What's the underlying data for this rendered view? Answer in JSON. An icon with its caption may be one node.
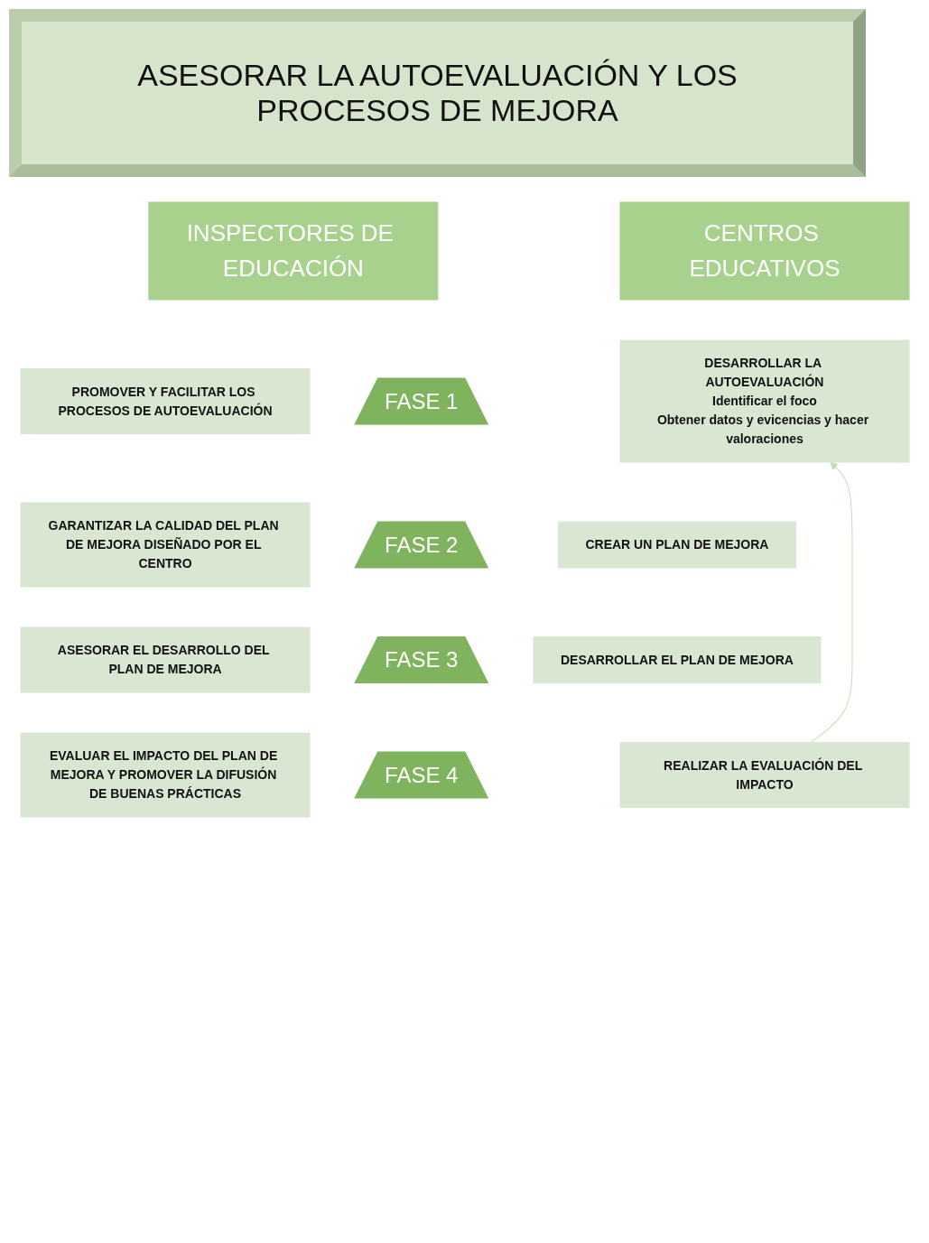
{
  "diagram": {
    "title": "ASESORAR LA AUTOEVALUACIÓN Y LOS PROCESOS DE MEJORA",
    "nodes": [
      {
        "text": [
          "INSPECTORES DE EDUCACIÓN"
        ]
      },
      {
        "text": [
          "CENTROS EDUCATIVOS"
        ]
      },
      {
        "text": [
          "PROMOVER Y FACILITAR LOS PROCESOS DE AUTOEVALUACIÓN"
        ]
      },
      {
        "text": [
          "FASE 1"
        ]
      },
      {
        "text": [
          "DESARROLLAR LA AUTOEVALUACIÓN",
          "Identificar el foco",
          "Obtener datos y evicencias y hacer valoraciones"
        ]
      },
      {
        "text": [
          "GARANTIZAR LA CALIDAD DEL PLAN DE MEJORA DISEÑADO POR EL CENTRO"
        ]
      },
      {
        "text": [
          "FASE 2"
        ]
      },
      {
        "text": [
          "CREAR UN PLAN DE MEJORA"
        ]
      },
      {
        "text": [
          "ASESORAR EL DESARROLLO DEL PLAN DE MEJORA"
        ]
      },
      {
        "text": [
          "FASE 3"
        ]
      },
      {
        "text": [
          "DESARROLLAR EL PLAN DE MEJORA"
        ]
      },
      {
        "text": [
          "EVALUAR EL IMPACTO DEL PLAN DE MEJORA Y PROMOVER LA DIFUSIÓN DE BUENAS PRÁCTICAS"
        ]
      },
      {
        "text": [
          "FASE 4"
        ]
      },
      {
        "text": [
          "REALIZAR LA EVALUACIÓN DEL IMPACTO"
        ]
      }
    ],
    "edges": [
      {
        "from": 13,
        "to": 4,
        "arrow": "to",
        "color": "#c5dbb6"
      }
    ]
  }
}
